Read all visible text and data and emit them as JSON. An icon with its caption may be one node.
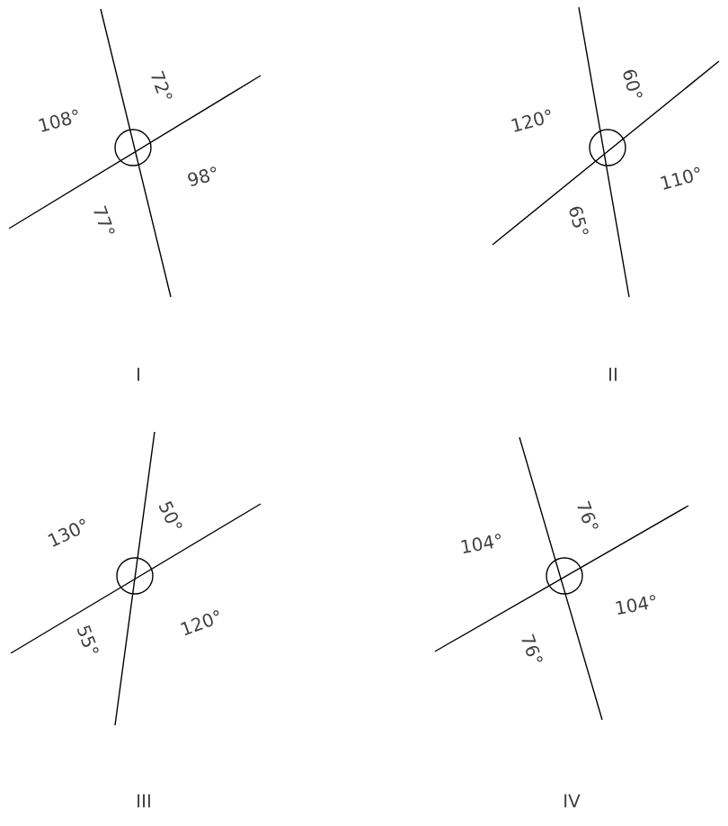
{
  "diagram": {
    "labels": [
      "108°",
      "72°",
      "98°",
      "77°",
      "I",
      "120°",
      "60°",
      "110°",
      "65°",
      "II",
      "130°",
      "50°",
      "120°",
      "55°",
      "III",
      "104°",
      "76°",
      "104°",
      "76°",
      "IV"
    ]
  }
}
